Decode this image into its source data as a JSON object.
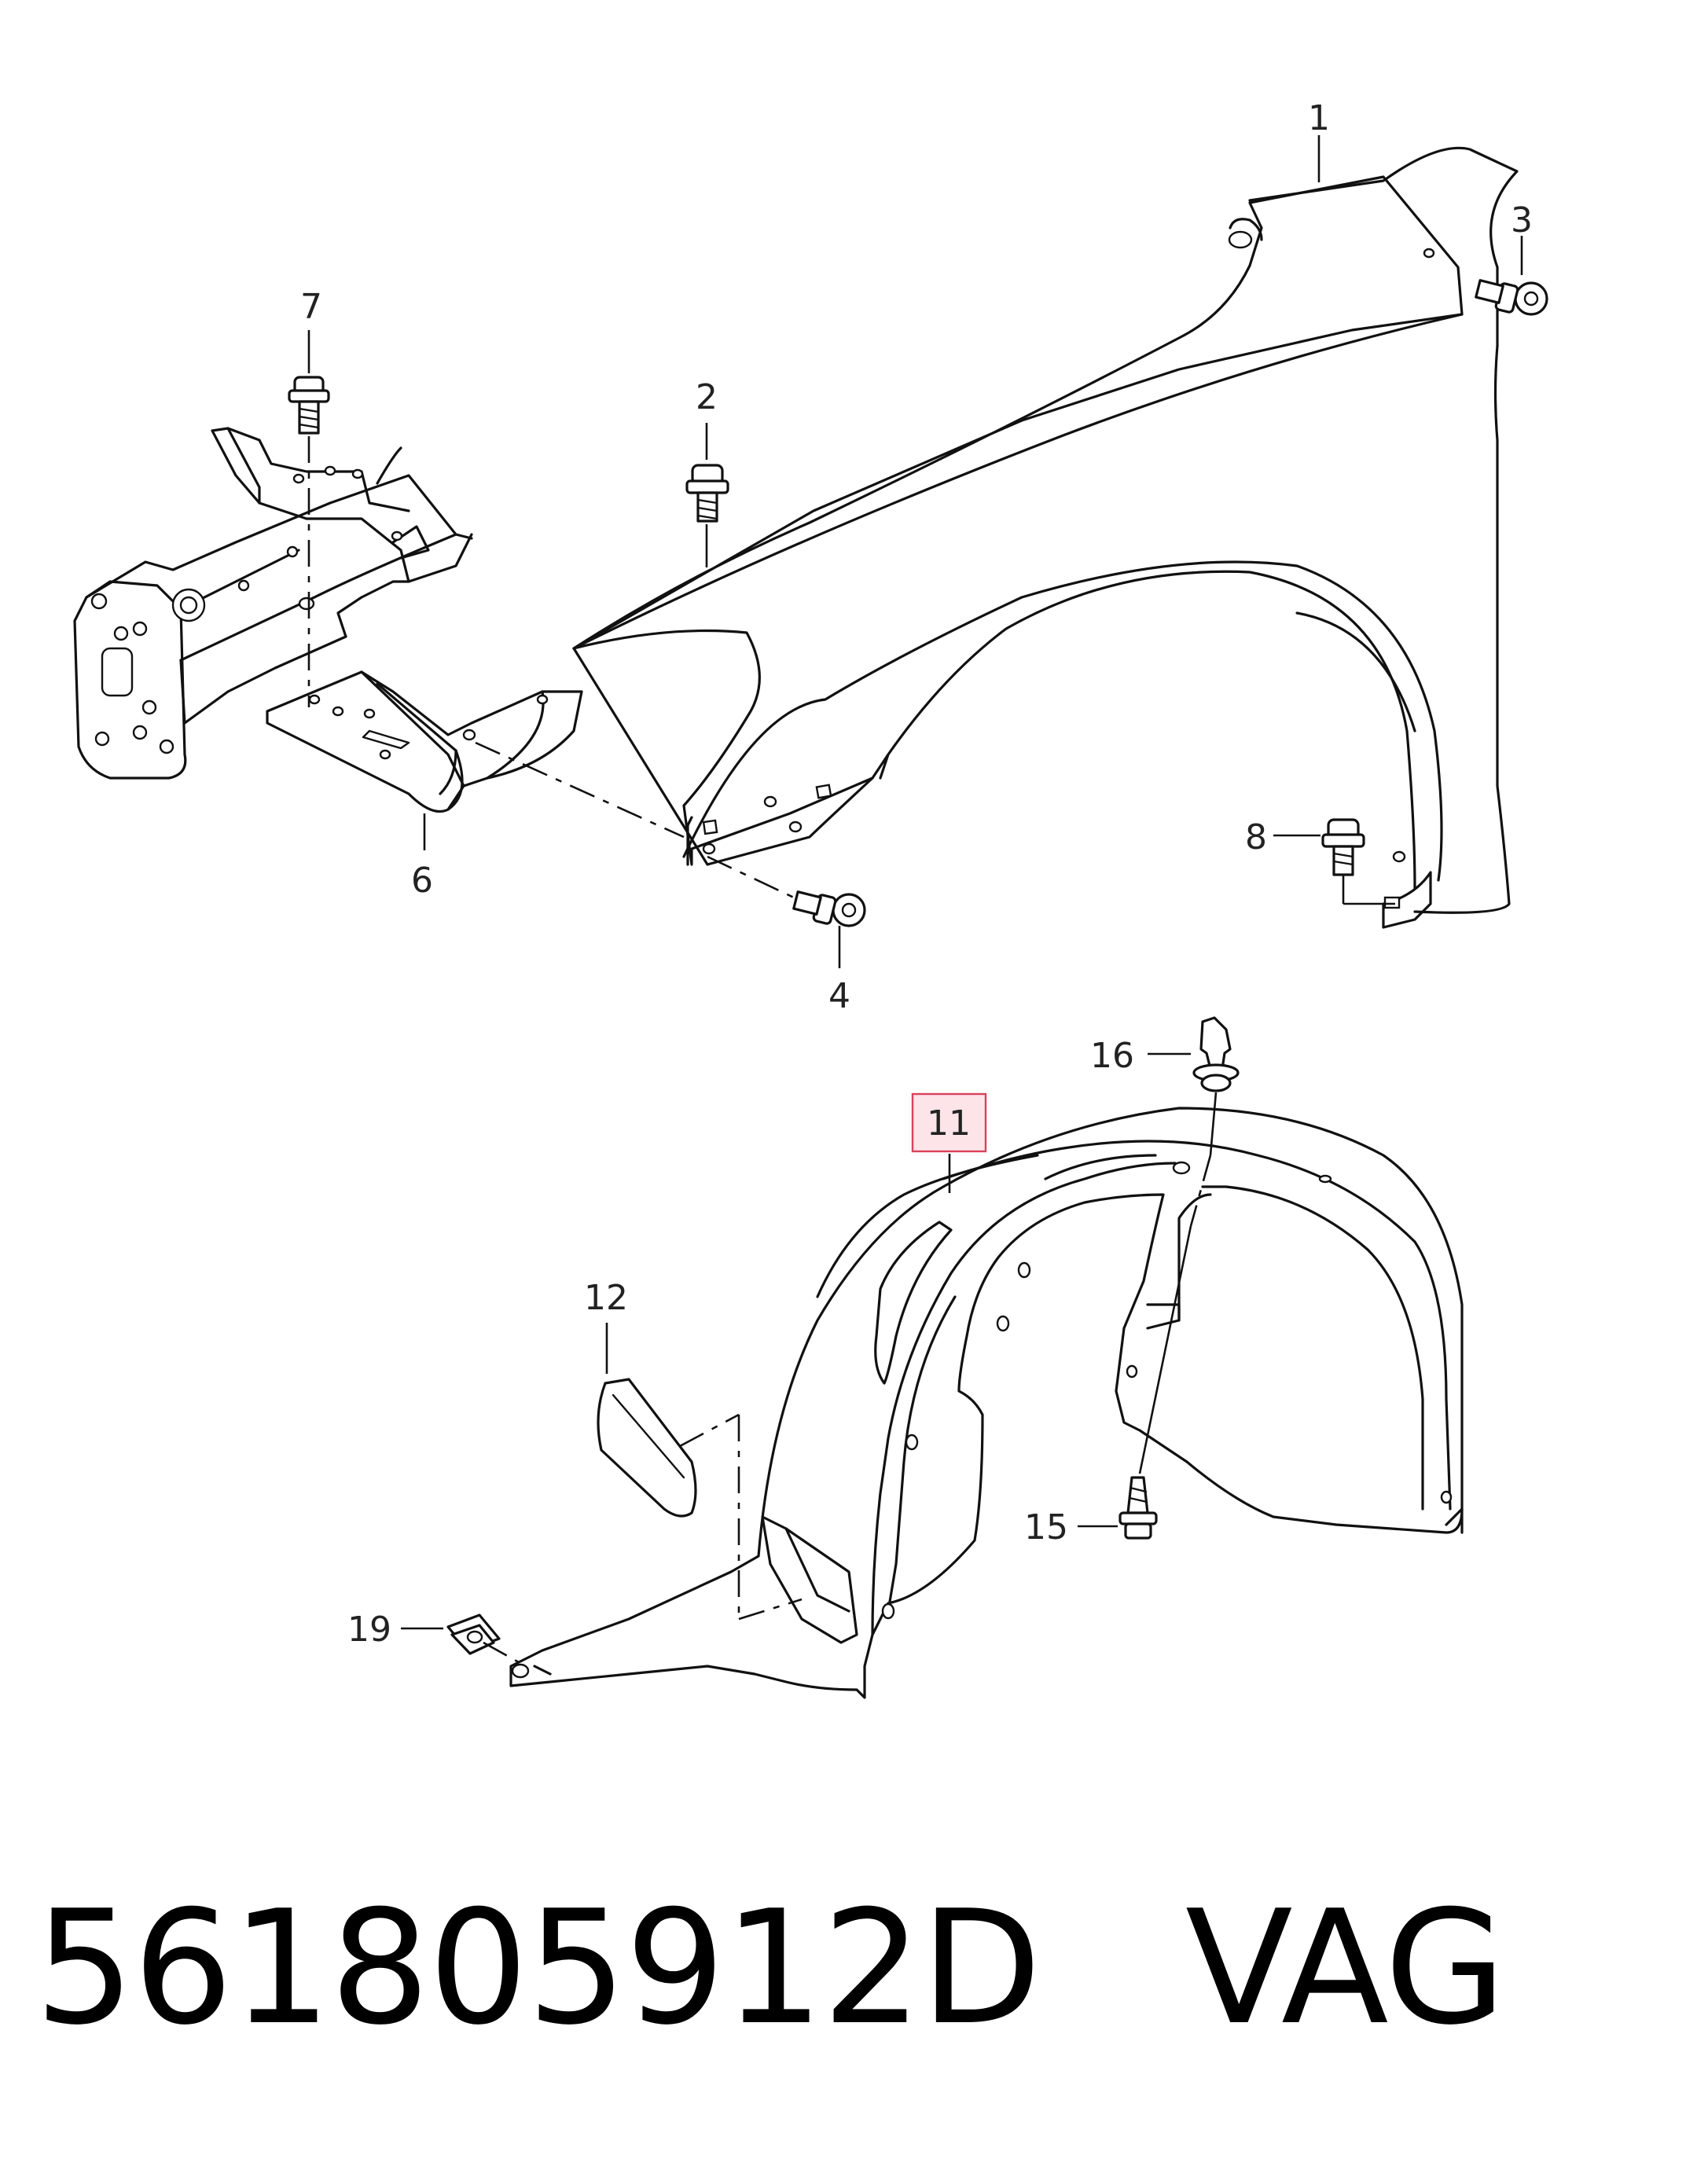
{
  "callouts": {
    "c1": "1",
    "c2": "2",
    "c3": "3",
    "c4": "4",
    "c6": "6",
    "c7": "7",
    "c8": "8",
    "c11": "11",
    "c12": "12",
    "c15": "15",
    "c16": "16",
    "c19": "19"
  },
  "highlight": {
    "callout": "11",
    "fill": "#fde4e8",
    "stroke": "#d9415c"
  },
  "footer": {
    "part_number": "561805912D",
    "brand": "VAG"
  }
}
